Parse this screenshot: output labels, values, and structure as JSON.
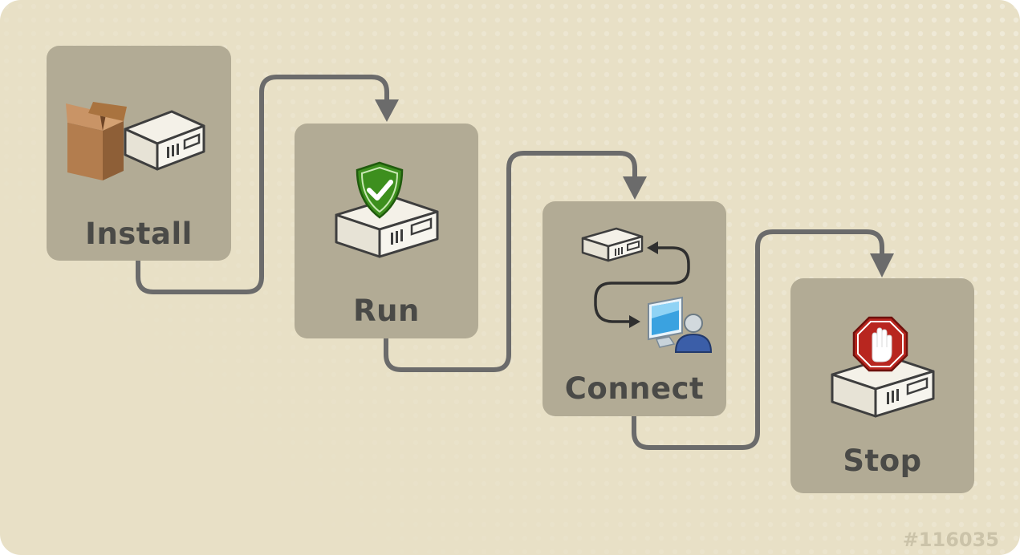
{
  "steps": [
    {
      "id": "install",
      "label": "Install"
    },
    {
      "id": "run",
      "label": "Run"
    },
    {
      "id": "connect",
      "label": "Connect"
    },
    {
      "id": "stop",
      "label": "Stop"
    }
  ],
  "diagram_id": "#116035",
  "icons": {
    "install": [
      "cardboard-box-icon",
      "server-icon"
    ],
    "run": [
      "green-shield-check-icon",
      "server-icon"
    ],
    "connect": [
      "server-icon",
      "bidirectional-arrows-icon",
      "computer-user-icon"
    ],
    "stop": [
      "red-stop-hand-icon",
      "server-icon"
    ]
  },
  "colors": {
    "background": "#e8e0c6",
    "step_box": "#b2ab95",
    "connector": "#6b6b6b",
    "label_text": "#4a4a47",
    "shield_green": "#3d8f1e",
    "stop_red": "#b8261f"
  }
}
